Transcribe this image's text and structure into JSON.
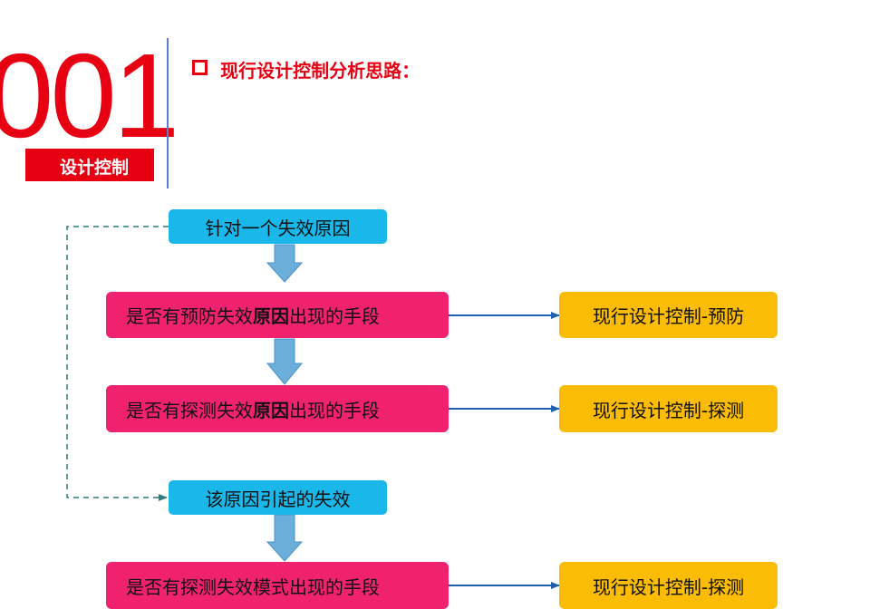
{
  "badge": {
    "number": "001",
    "label": "设计控制"
  },
  "header": {
    "title": "现行设计控制分析思路："
  },
  "flow": {
    "start_cause": "针对一个失效原因",
    "prevent_cause": {
      "pre": "是否有预防失效",
      "bold": "原因",
      "post": "出现的手段"
    },
    "detect_cause": {
      "pre": "是否有探测失效",
      "bold": "原因",
      "post": "出现的手段"
    },
    "failure_from_cause": "该原因引起的失效",
    "detect_mode": "是否有探测失效模式出现的手段"
  },
  "results": {
    "prevent": "现行设计控制-预防",
    "detect_1": "现行设计控制-探测",
    "detect_2": "现行设计控制-探测"
  },
  "colors": {
    "red": "#e60012",
    "cyan_box": "#1ab7ea",
    "pink_box": "#f0226f",
    "yellow_box": "#fbbc05",
    "down_arrow": "#6aaed9",
    "right_arrow": "#1f5fb0",
    "dashed_line": "#2f7d7d"
  }
}
